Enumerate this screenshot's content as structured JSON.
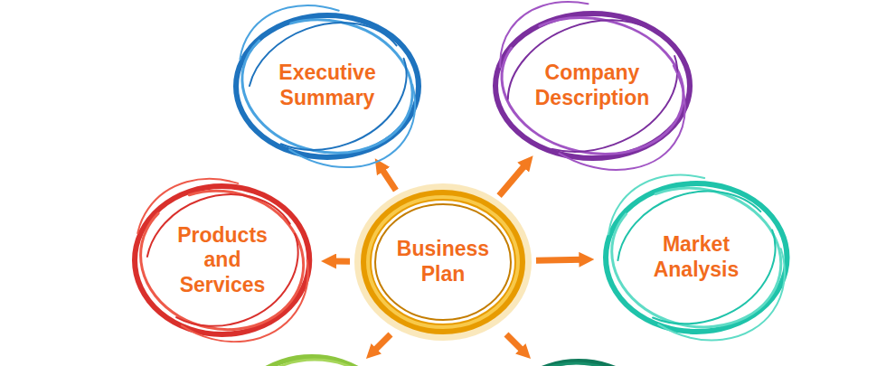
{
  "diagram": {
    "nodes": [
      {
        "text": [
          "Executive Summary"
        ]
      },
      {
        "text": [
          "Company Description"
        ]
      },
      {
        "text": [
          "Products and Services"
        ]
      },
      {
        "text": [
          "Business Plan"
        ]
      },
      {
        "text": [
          "Market Analysis"
        ]
      }
    ],
    "edges": [
      {
        "from": 3,
        "to": 0,
        "arrow": "to"
      },
      {
        "from": 3,
        "to": 1,
        "arrow": "to"
      },
      {
        "from": 3,
        "to": 2,
        "arrow": "to"
      },
      {
        "from": 3,
        "to": 4,
        "arrow": "to"
      }
    ]
  }
}
